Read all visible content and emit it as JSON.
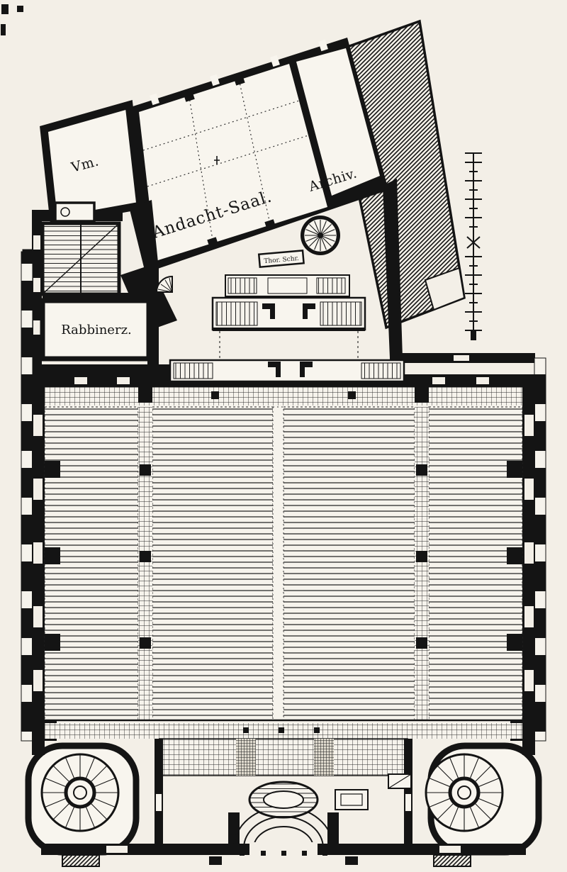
{
  "plan": {
    "colors": {
      "paper": "#f3efe7",
      "room": "#f8f5ee",
      "ink": "#161616"
    },
    "rooms": {
      "vm": {
        "label": "Vm."
      },
      "andacht_saal": {
        "label": "Andacht-Saal."
      },
      "archiv": {
        "label": "Archiv."
      },
      "rabbinerz": {
        "label": "Rabbinerz."
      },
      "thora_shrine": {
        "label": "Thor. Schr."
      }
    }
  }
}
